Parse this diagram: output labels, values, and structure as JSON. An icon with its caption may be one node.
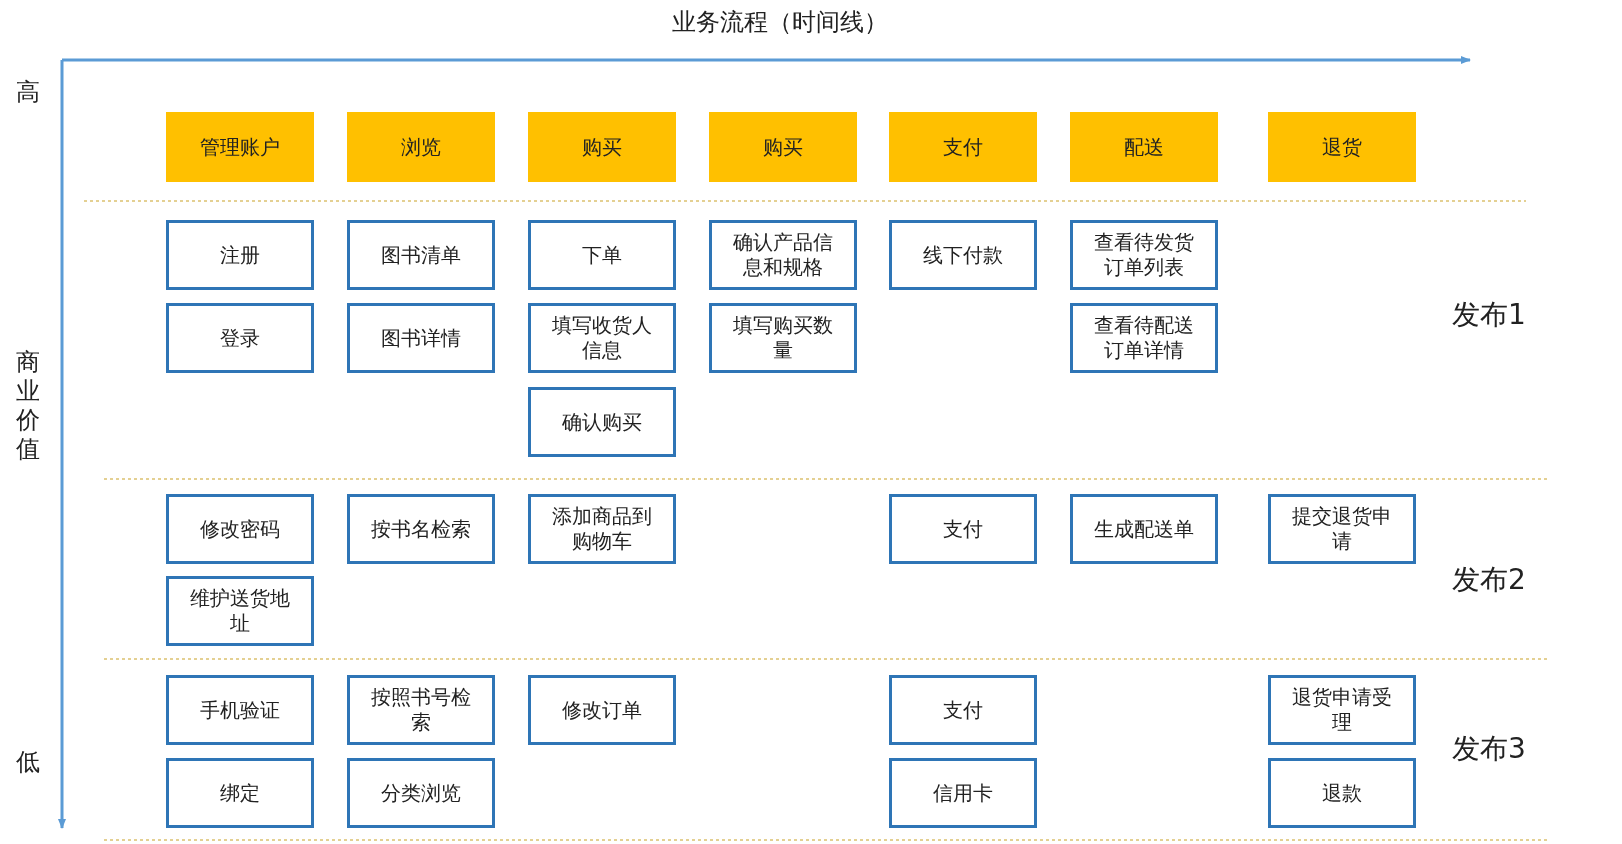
{
  "diagram": {
    "title": "业务流程（时间线）",
    "nodes": [
      {
        "text": [
          "管理账户"
        ]
      },
      {
        "text": [
          "浏览"
        ]
      },
      {
        "text": [
          "购买"
        ]
      },
      {
        "text": [
          "购买"
        ]
      },
      {
        "text": [
          "支付"
        ]
      },
      {
        "text": [
          "配送"
        ]
      },
      {
        "text": [
          "退货"
        ]
      },
      {
        "text": [
          "注册"
        ]
      },
      {
        "text": [
          "图书清单"
        ]
      },
      {
        "text": [
          "下单"
        ]
      },
      {
        "text": [
          "确认产品信息和规格"
        ]
      },
      {
        "text": [
          "线下付款"
        ]
      },
      {
        "text": [
          "查看待发货订单列表"
        ]
      },
      {
        "text": [
          "登录"
        ]
      },
      {
        "text": [
          "图书详情"
        ]
      },
      {
        "text": [
          "填写收货人信息"
        ]
      },
      {
        "text": [
          "填写购买数量"
        ]
      },
      {
        "text": [
          "查看待配送订单详情"
        ]
      },
      {
        "text": [
          "确认购买"
        ]
      },
      {
        "text": [
          "修改密码"
        ]
      },
      {
        "text": [
          "按书名检索"
        ]
      },
      {
        "text": [
          "添加商品到购物车"
        ]
      },
      {
        "text": [
          "支付"
        ]
      },
      {
        "text": [
          "生成配送单"
        ]
      },
      {
        "text": [
          "提交退货申请"
        ]
      },
      {
        "text": [
          "维护送货地址"
        ]
      },
      {
        "text": [
          "手机验证"
        ]
      },
      {
        "text": [
          "按照书号检索"
        ]
      },
      {
        "text": [
          "修改订单"
        ]
      },
      {
        "text": [
          "支付"
        ]
      },
      {
        "text": [
          "退货申请受理"
        ]
      },
      {
        "text": [
          "绑定"
        ]
      },
      {
        "text": [
          "分类浏览"
        ]
      },
      {
        "text": [
          "信用卡"
        ]
      },
      {
        "text": [
          "退款"
        ]
      }
    ],
    "edges": [],
    "labels": [
      "高",
      "商业价值",
      "低",
      "发布1",
      "发布2",
      "发布3"
    ]
  }
}
